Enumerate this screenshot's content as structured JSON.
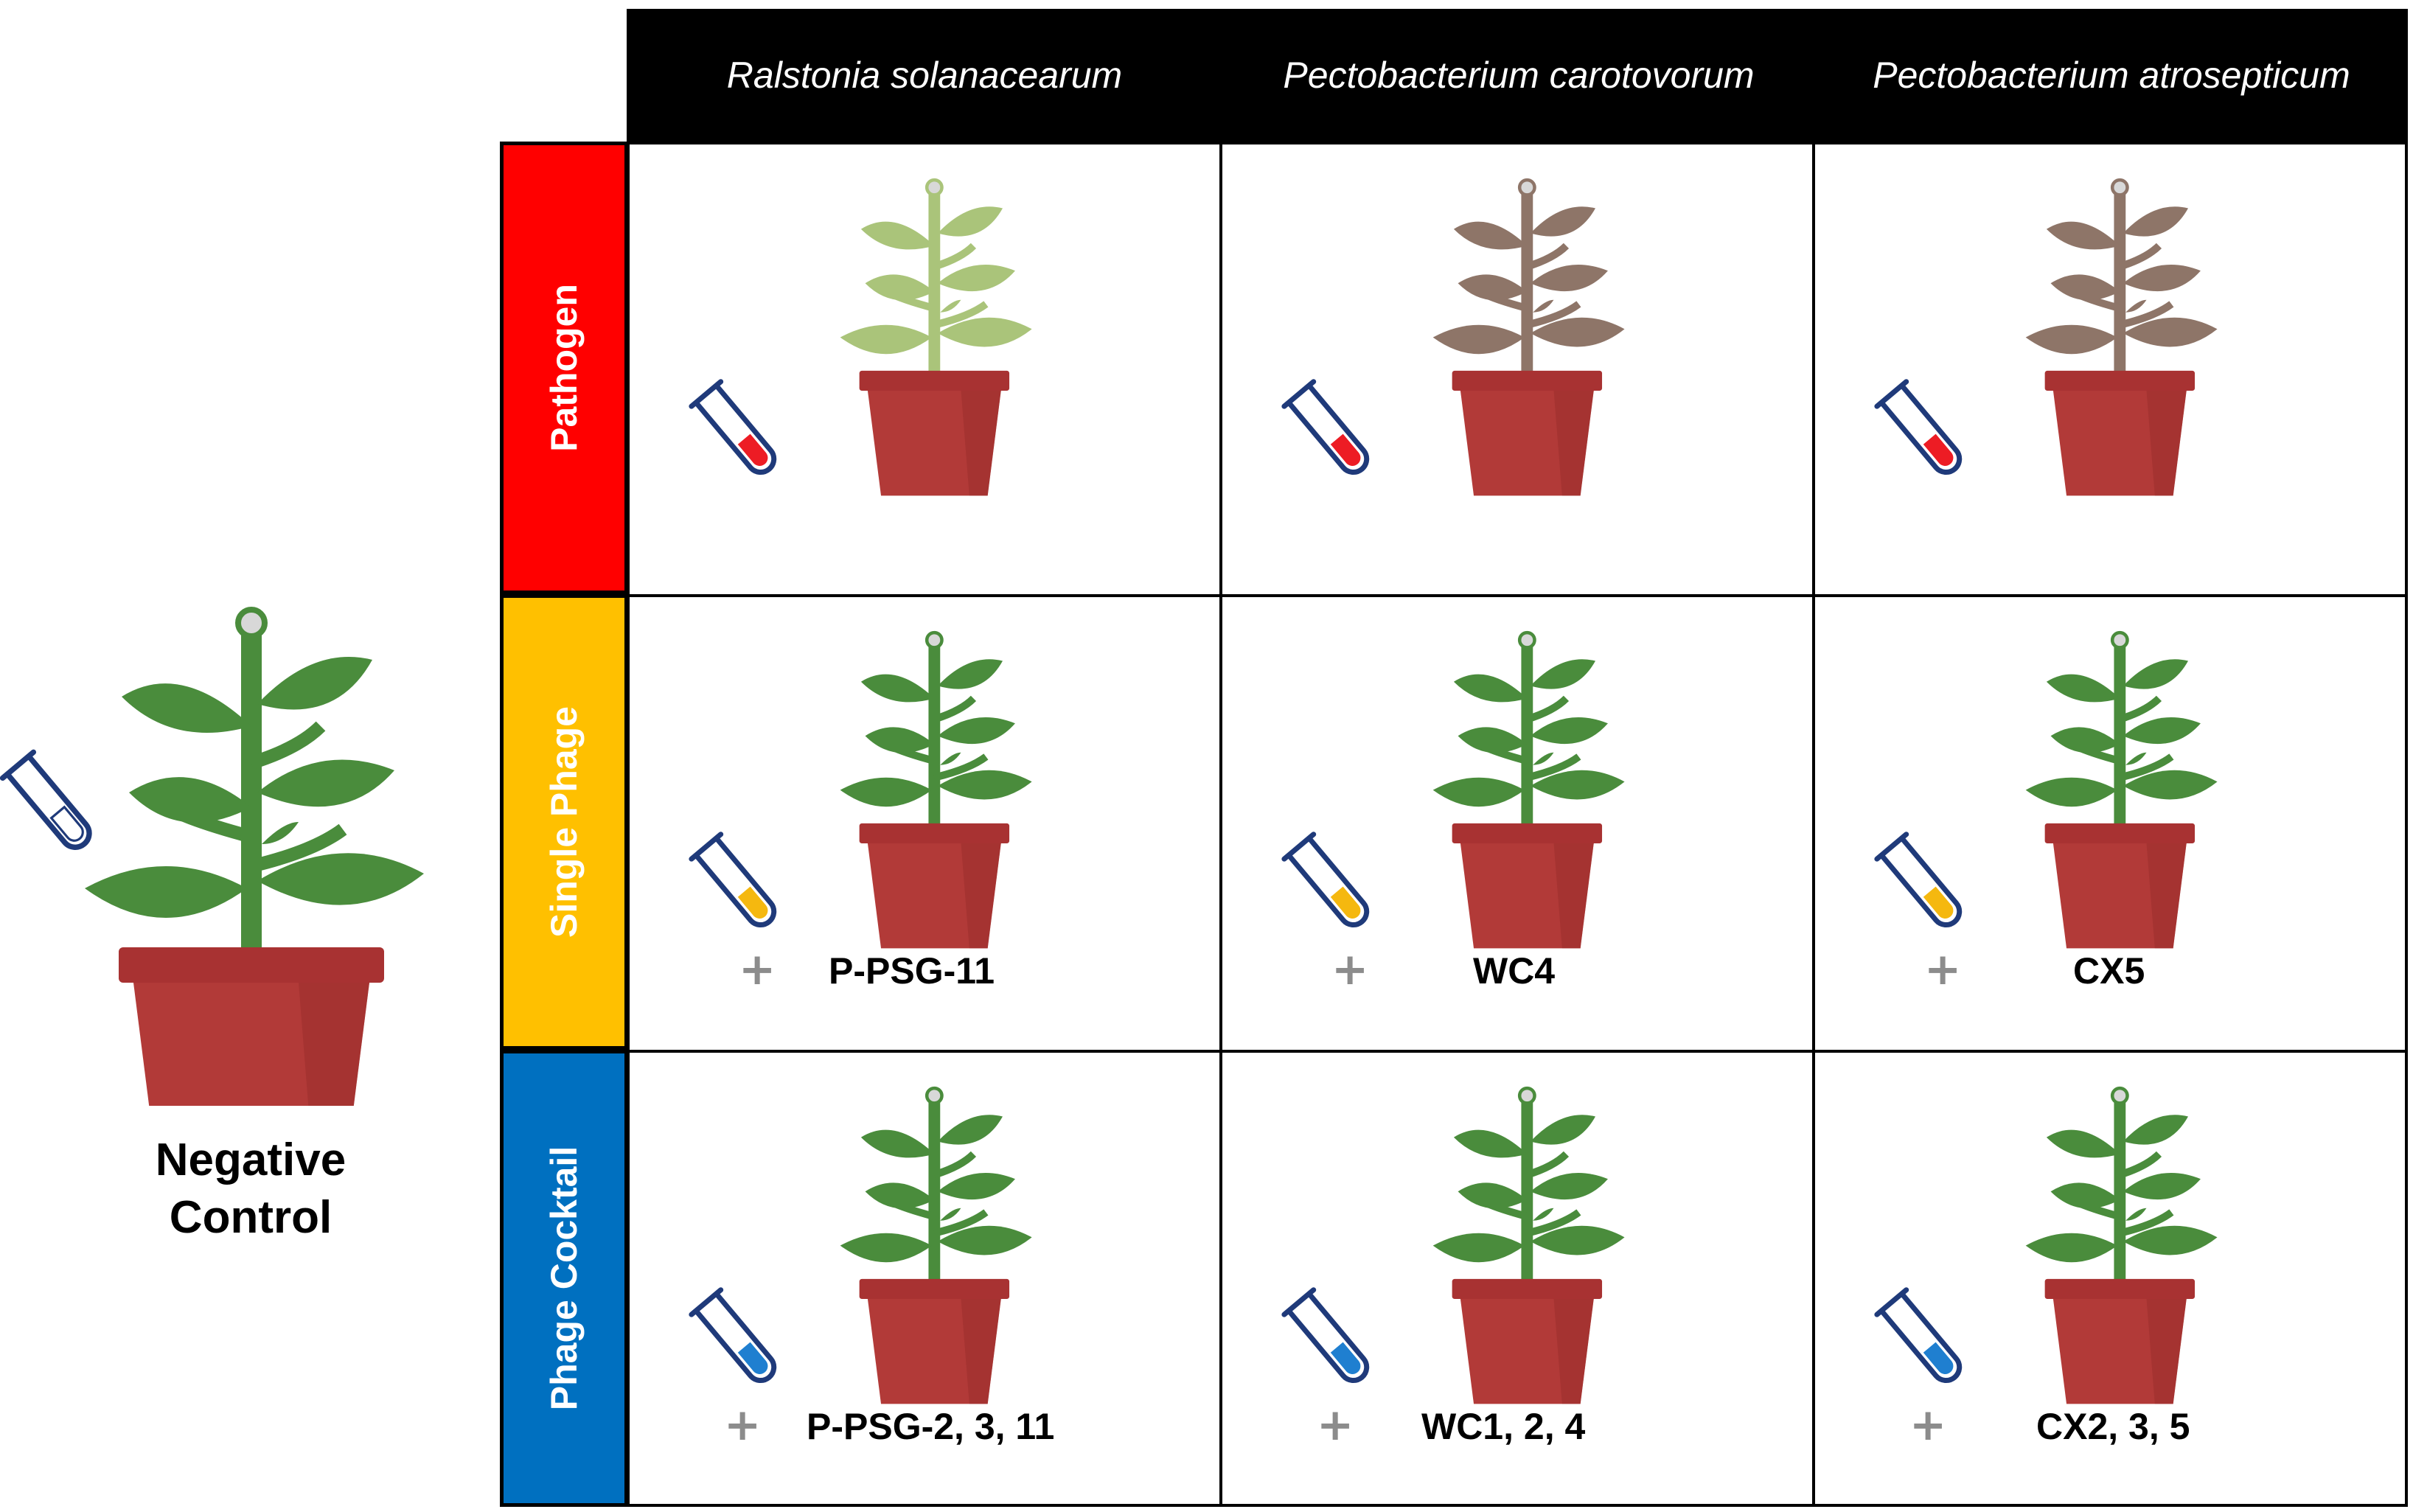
{
  "columns": [
    "Ralstonia solanacearum",
    "Pectobacterium carotovorum",
    "Pectobacterium atrosepticum"
  ],
  "rows": [
    {
      "label": "Pathogen",
      "color": "#ff0000",
      "liquid": "#ed1c24",
      "phages": [
        "",
        "",
        ""
      ]
    },
    {
      "label": "Single Phage",
      "color": "#ffc000",
      "liquid": "#f5b80f",
      "phages": [
        "P-PSG-11",
        "WC4",
        "CX5"
      ]
    },
    {
      "label": "Phage Cocktail",
      "color": "#0070c0",
      "liquid": "#1f7fd0",
      "phages": [
        "P-PSG-2, 3, 11",
        "WC1, 2, 4",
        "CX2, 3, 5"
      ]
    }
  ],
  "plus_symbol": "+",
  "negative_control": {
    "line1": "Negative",
    "line2": "Control"
  },
  "plant_colors": {
    "healthy": "#4a8c3c",
    "wilted_yellow": "#aac47a",
    "wilted_brown": "#8e7568",
    "pot": "#b23a38",
    "pot_rim": "#a83232",
    "tube_outline": "#1f3a7a"
  },
  "plant_states": [
    [
      "wilted_yellow",
      "wilted_brown",
      "wilted_brown"
    ],
    [
      "healthy",
      "healthy",
      "healthy"
    ],
    [
      "healthy",
      "healthy",
      "healthy"
    ]
  ],
  "icons": [
    "test-tube-icon",
    "potted-plant-icon",
    "plus-icon"
  ]
}
